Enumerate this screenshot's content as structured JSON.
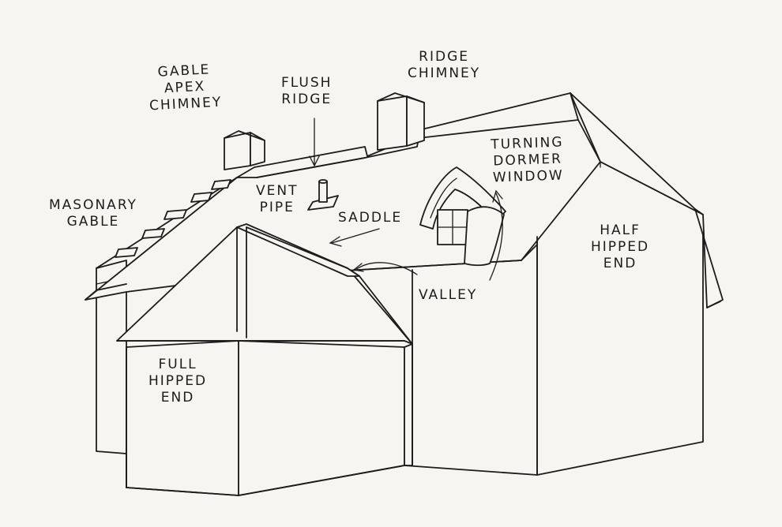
{
  "labels": {
    "gable_apex_chimney": [
      "GABLE",
      "APEX",
      "CHIMNEY"
    ],
    "flush_ridge": [
      "FLUSH",
      "RIDGE"
    ],
    "ridge_chimney": [
      "RIDGE",
      "CHIMNEY"
    ],
    "turning_dormer_window": [
      "TURNING",
      "DORMER",
      "WINDOW"
    ],
    "masonary_gable": [
      "MASONARY",
      "GABLE"
    ],
    "vent_pipe": [
      "VENT",
      "PIPE"
    ],
    "saddle": "SADDLE",
    "half_hipped_end": [
      "HALF",
      "HIPPED",
      "END"
    ],
    "valley": "VALLEY",
    "full_hipped_end": [
      "FULL",
      "HIPPED",
      "END"
    ]
  },
  "colors": {
    "ink": "#1c1c1c",
    "paper": "#f7f5f2"
  }
}
